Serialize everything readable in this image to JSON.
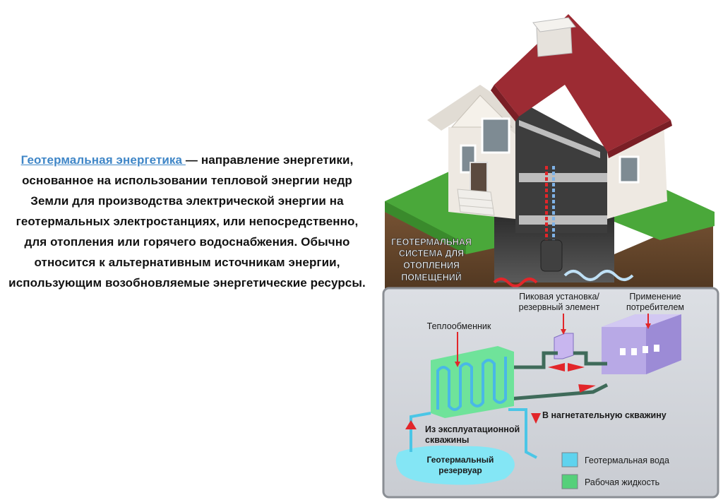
{
  "intro": {
    "link_text": "Геотермальная энергетика ",
    "body_text": "— направление энергетики, основанное на использовании тепловой энергии недр Земли для производства электрической энергии на геотермальных электростанциях, или непосредственно, для отопления или горячего водоснабжения. Обычно относится к альтернативным источникам энергии, использующим возобновляемые энергетические ресурсы."
  },
  "house_label": {
    "line1": "ГЕОТЕРМАЛЬНАЯ",
    "line2": "СИСТЕМА ДЛЯ",
    "line3": "ОТОПЛЕНИЯ",
    "line4": "ПОМЕЩЕНИЙ"
  },
  "diagram": {
    "heat_exchanger": "Теплообменник",
    "peak_unit_line1": "Пиковая установка/",
    "peak_unit_line2": "резервный элемент",
    "consumer_line1": "Применение",
    "consumer_line2": "потребителем",
    "injection_well": "В нагнетательную скважину",
    "production_well_line1": "Из эксплуатационной",
    "production_well_line2": "скважины",
    "reservoir_line1": "Геотермальный",
    "reservoir_line2": "резервуар"
  },
  "legend": [
    {
      "label": "Геотермальная вода",
      "color": "#5fd3ee"
    },
    {
      "label": "Рабочая жидкость",
      "color": "#55d07a"
    }
  ],
  "colors": {
    "roof": "#9c2b33",
    "grass": "#4aa83a",
    "soil": "#6b4a2e",
    "panel": "#d4d7dd",
    "arrow": "#e2262a",
    "pipe": "#3f6b5a"
  }
}
